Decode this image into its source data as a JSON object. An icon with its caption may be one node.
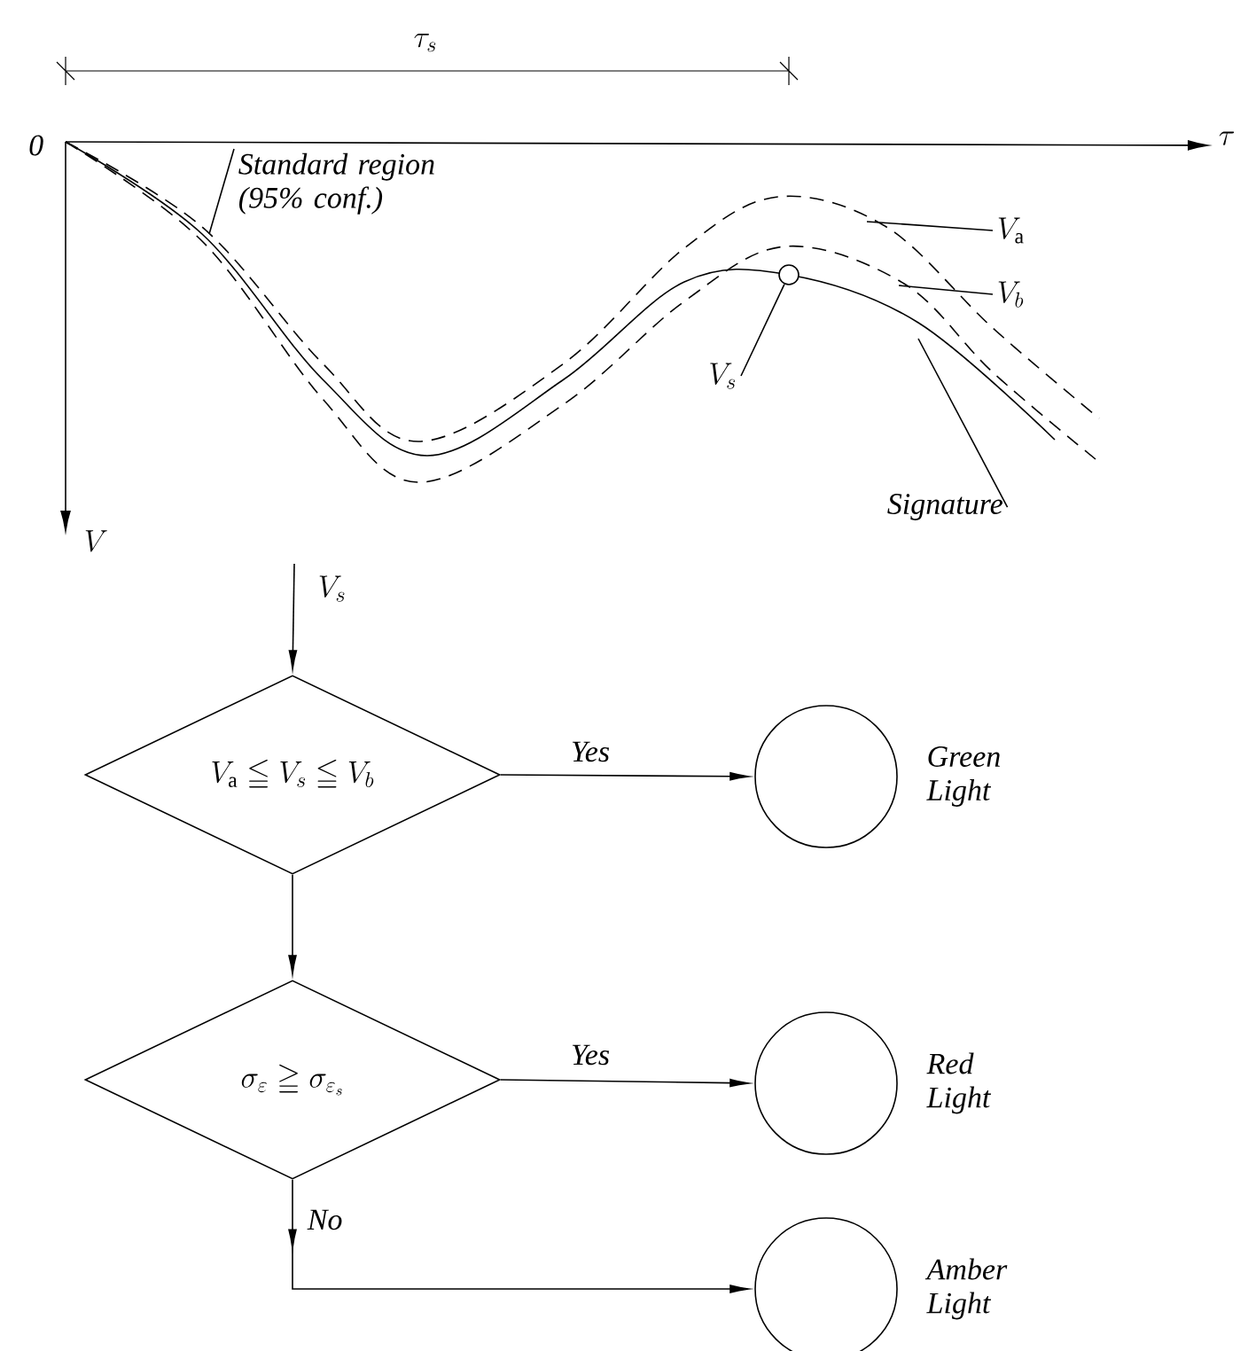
{
  "diagram": {
    "nodes": [
      {
        "text": [
          "Standard region (95% conf.)"
        ]
      },
      {
        "text": [
          "V_{\\mathrm{a}}"
        ]
      },
      {
        "text": [
          "V_{b}"
        ]
      },
      {
        "text": [],
        "shape": "circle"
      },
      {
        "text": [
          "V_{s}"
        ]
      },
      {
        "text": [
          "Signature"
        ]
      },
      {
        "text": [
          "V_{\\mathrm{a}}\\leqq V_{s}\\leqq V_{b}"
        ]
      },
      {
        "text": [
          "\\sigma_{\\varepsilon}\\geqq\\sigma_{\\varepsilon_{s}}"
        ]
      },
      {
        "text": [],
        "shape": "circle",
        "beside": [
          "Green Light"
        ]
      },
      {
        "text": [],
        "shape": "circle",
        "beside": [
          "Red Light"
        ]
      },
      {
        "text": [],
        "shape": "circle",
        "beside": [
          "Amber Light"
        ]
      }
    ],
    "edges": [
      {
        "from": 0,
        "to": null,
        "arrow": "none"
      },
      {
        "from": 1,
        "to": null,
        "arrow": "none"
      },
      {
        "from": 2,
        "to": null,
        "arrow": "none"
      },
      {
        "from": 4,
        "to": 3,
        "arrow": "none"
      },
      {
        "from": 5,
        "to": null,
        "arrow": "none"
      },
      {
        "from": null,
        "to": 6,
        "arrow": "to",
        "label": "V_{s}"
      },
      {
        "from": 6,
        "to": 8,
        "arrow": "to",
        "label": "Yes"
      },
      {
        "from": 6,
        "to": 7,
        "arrow": "to"
      },
      {
        "from": 7,
        "to": 9,
        "arrow": "to",
        "label": "Yes"
      },
      {
        "from": 7,
        "to": 10,
        "arrow": "to",
        "label": "No"
      }
    ],
    "labels": [
      "\\tau_{s}",
      "0",
      "\\tau",
      "V"
    ]
  }
}
